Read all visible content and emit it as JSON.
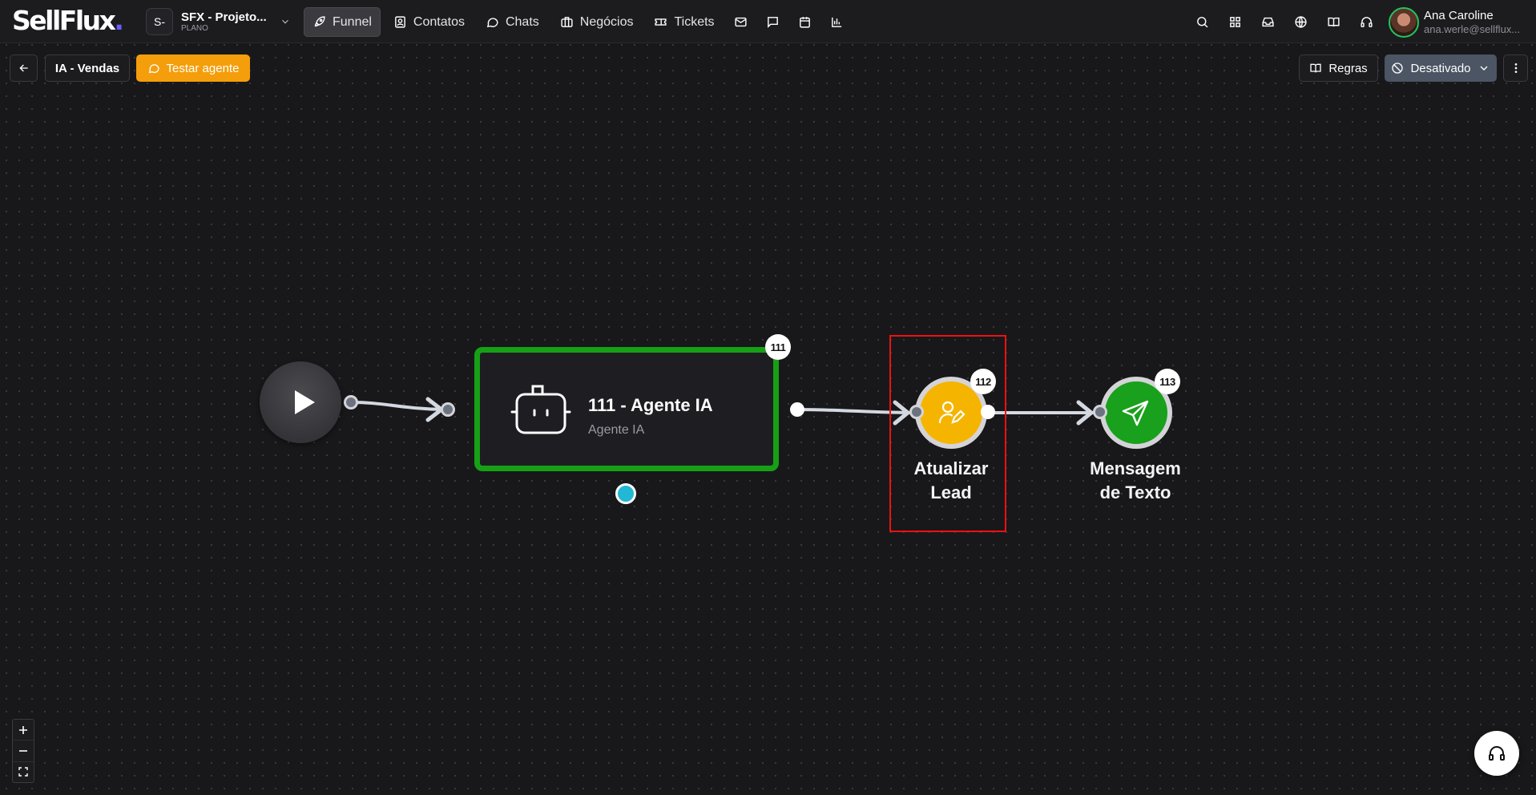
{
  "brand": {
    "logo_text": "SellFlux",
    "logo_dot": ".",
    "accent": "#6b5cff"
  },
  "project": {
    "initial": "S-",
    "name": "SFX - Projeto...",
    "plan": "PLANO"
  },
  "nav": {
    "items": [
      {
        "label": "Funnel",
        "icon": "rocket-icon",
        "active": true
      },
      {
        "label": "Contatos",
        "icon": "contacts-icon"
      },
      {
        "label": "Chats",
        "icon": "chat-bubble-icon"
      },
      {
        "label": "Negócios",
        "icon": "briefcase-icon"
      },
      {
        "label": "Tickets",
        "icon": "ticket-icon"
      }
    ],
    "extra_icons": [
      "mail-icon",
      "message-square-icon",
      "calendar-icon",
      "bar-chart-icon"
    ]
  },
  "toolbar_icons": [
    "search-icon",
    "apps-grid-icon",
    "inbox-icon",
    "globe-icon",
    "book-icon",
    "headset-icon"
  ],
  "user": {
    "name": "Ana Caroline",
    "email": "ana.werle@sellflux..."
  },
  "flow": {
    "name": "IA - Vendas",
    "test_label": "Testar agente",
    "rules_label": "Regras",
    "status_label": "Desativado"
  },
  "nodes": {
    "agent": {
      "id": "111",
      "title": "111 - Agente IA",
      "subtitle": "Agente IA",
      "border_color": "#16a016"
    },
    "update_lead": {
      "id": "112",
      "label_line1": "Atualizar",
      "label_line2": "Lead",
      "color": "#f5b400"
    },
    "text_message": {
      "id": "113",
      "label_line1": "Mensagem",
      "label_line2": "de Texto",
      "color": "#19a01c"
    }
  },
  "colors": {
    "warning": "#f59e0b",
    "status_bg": "#4b5563",
    "highlight": "#e11111"
  }
}
